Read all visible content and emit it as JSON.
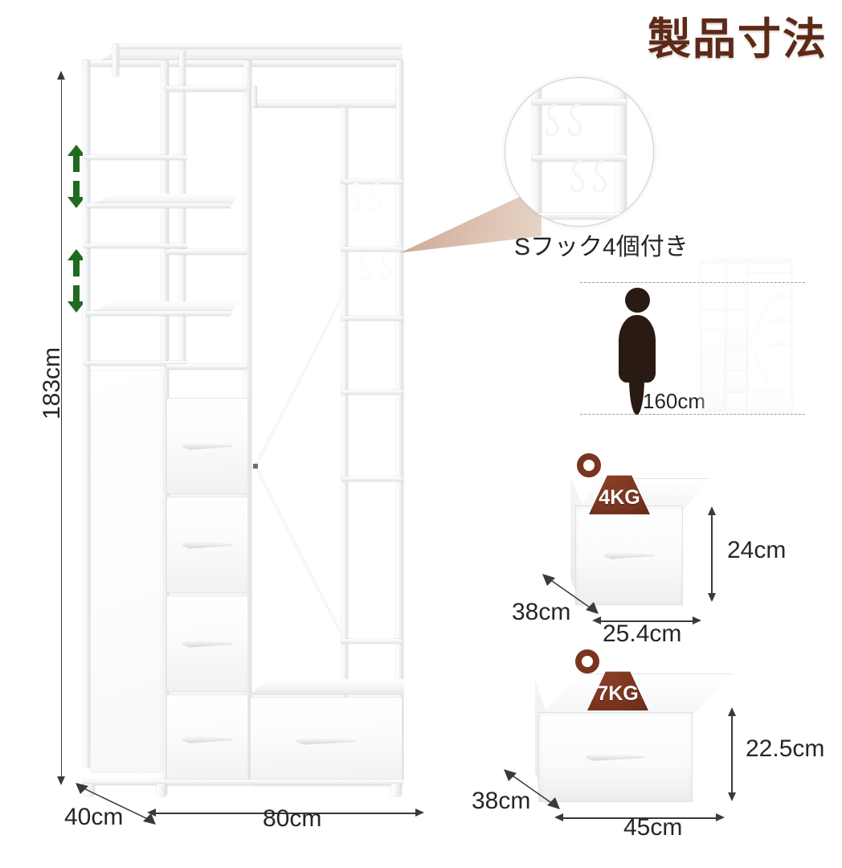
{
  "page": {
    "title": "製品寸法",
    "background": "#ffffff",
    "title_color": "#5d2a18"
  },
  "main_product": {
    "name": "white-metal-wardrobe-closet",
    "height_label": "183cm",
    "depth_label": "40cm",
    "width_label": "80cm",
    "adjustable_shelf_arrows": [
      "up",
      "down",
      "up",
      "down"
    ],
    "drawers_small_count": 4,
    "drawers_wide_count": 1,
    "s_hook_pairs": 2
  },
  "magnifier": {
    "caption": "Sフック4個付き",
    "cone_color": "#d9bdaa",
    "hook_pairs": 2
  },
  "height_reference": {
    "person_label": "160cm",
    "person_color": "#2a1a14",
    "guide_color": "#9a9a9a"
  },
  "drawer_small": {
    "weight_label": "4KG",
    "weight_color": "#7a3420",
    "depth_label": "38cm",
    "width_label": "25.4cm",
    "height_label": "24cm"
  },
  "drawer_large": {
    "weight_label": "7KG",
    "weight_color": "#7a3420",
    "depth_label": "38cm",
    "width_label": "45cm",
    "height_label": "22.5cm"
  },
  "icons": {
    "green_arrow_color": "#1f6b1f",
    "dimension_line_color": "#3a3a3a"
  }
}
